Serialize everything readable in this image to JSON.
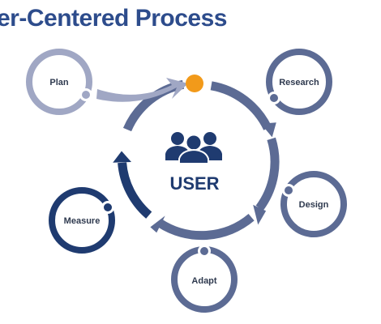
{
  "title": "er-Centered Process",
  "center": {
    "label": "USER",
    "icon": "users-group-icon"
  },
  "nodes": {
    "plan": "Plan",
    "research": "Research",
    "design": "Design",
    "adapt": "Adapt",
    "measure": "Measure"
  },
  "colors": {
    "title": "#2d4c8c",
    "navy": "#1f3b70",
    "slate": "#5c6b94",
    "light_slate": "#a0a7c4",
    "accent_dot": "#f29a1a"
  }
}
